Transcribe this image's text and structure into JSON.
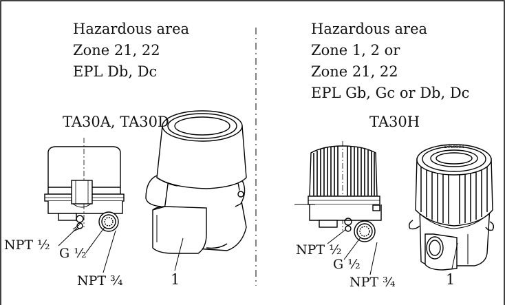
{
  "left": {
    "lines": [
      "Hazardous area",
      "Zone 21, 22",
      "EPL Db, Dc"
    ],
    "model": "TA30A, TA30D",
    "callouts": {
      "npt_half": "NPT ½",
      "g_half": "G ½",
      "npt_three_quarter": "NPT ¾",
      "item": "1"
    }
  },
  "right": {
    "lines": [
      "Hazardous area",
      "Zone 1, 2 or",
      "Zone 21, 22",
      "EPL Gb, Gc or Db, Dc"
    ],
    "model": "TA30H",
    "callouts": {
      "npt_half": "NPT ½",
      "g_half": "G ½",
      "npt_three_quarter": "NPT ¾",
      "item": "1"
    }
  },
  "emblem_text": "EXPLOSION"
}
